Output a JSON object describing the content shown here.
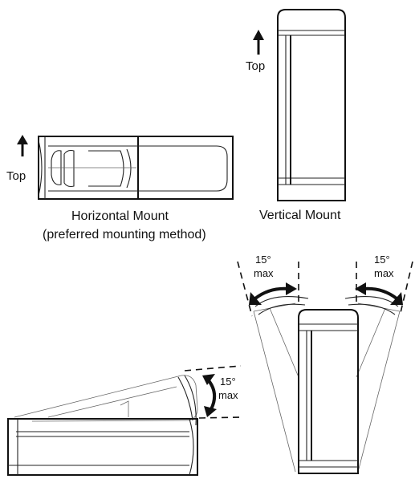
{
  "labels": {
    "top_horizontal": "Top",
    "top_vertical": "Top",
    "horizontal_mount": "Horizontal Mount",
    "preferred_note": "(preferred mounting method)",
    "vertical_mount": "Vertical Mount",
    "tilt_angle": "15°",
    "tilt_max": "max"
  },
  "colors": {
    "ink": "#111111",
    "background": "#ffffff"
  }
}
